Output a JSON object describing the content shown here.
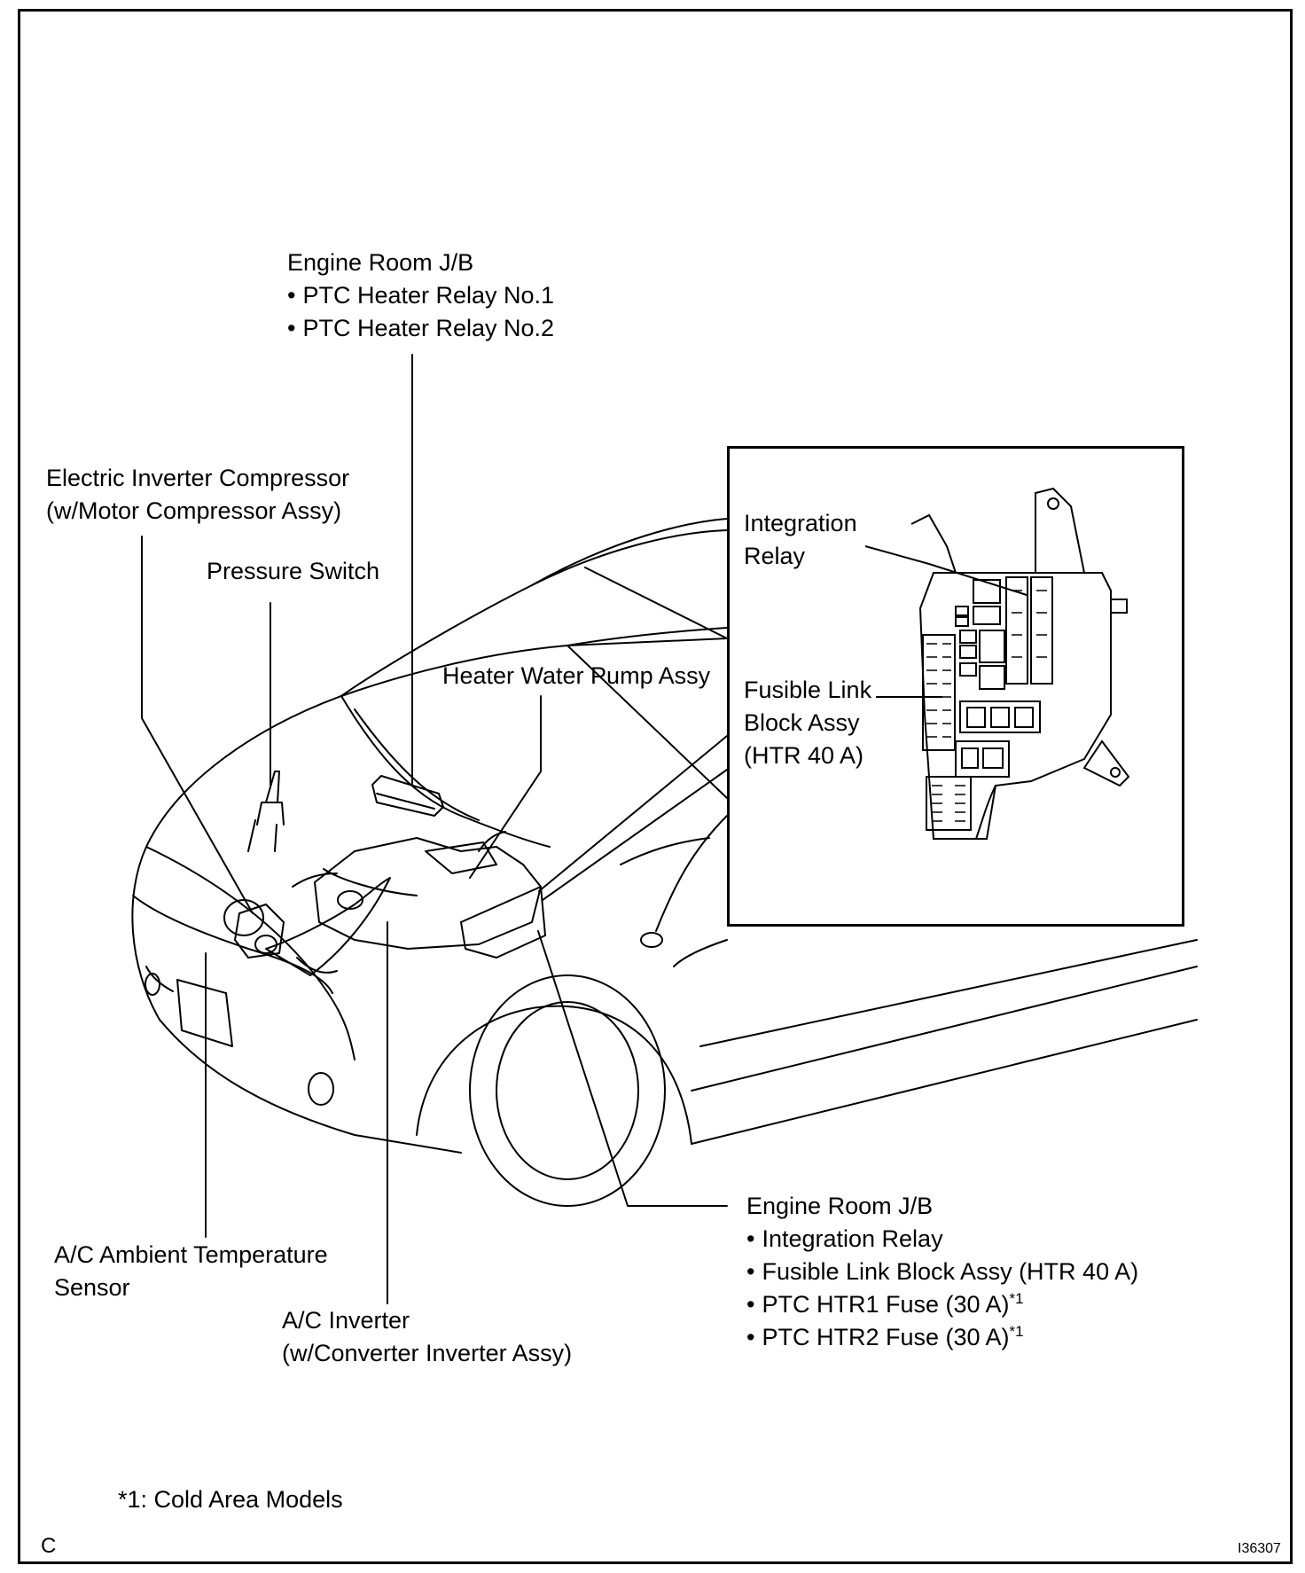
{
  "labels": {
    "engine_room_jb_top": {
      "title": "Engine Room J/B",
      "items": [
        "PTC Heater Relay No.1",
        "PTC Heater Relay No.2"
      ]
    },
    "compressor": [
      "Electric Inverter Compressor",
      "(w/Motor Compressor Assy)"
    ],
    "pressure_switch": "Pressure Switch",
    "heater_pump": "Heater Water Pump Assy",
    "ambient_sensor": [
      "A/C Ambient Temperature",
      "Sensor"
    ],
    "ac_inverter": [
      "A/C Inverter",
      "(w/Converter Inverter Assy)"
    ],
    "engine_room_jb_bottom": {
      "title": "Engine Room J/B",
      "items": [
        {
          "text": "Integration Relay",
          "sup": ""
        },
        {
          "text": "Fusible Link Block Assy (HTR 40 A)",
          "sup": ""
        },
        {
          "text": "PTC HTR1 Fuse (30 A)",
          "sup": "*1"
        },
        {
          "text": "PTC HTR2 Fuse (30 A)",
          "sup": "*1"
        }
      ]
    },
    "inset": {
      "integration_relay": [
        "Integration",
        "Relay"
      ],
      "fusible_link": [
        "Fusible Link",
        "Block Assy",
        "(HTR 40 A)"
      ]
    },
    "footnote": "*1: Cold Area Models",
    "corner_letter": "C",
    "figure_code": "I36307"
  },
  "colors": {
    "line": "#000000",
    "background": "#ffffff"
  }
}
